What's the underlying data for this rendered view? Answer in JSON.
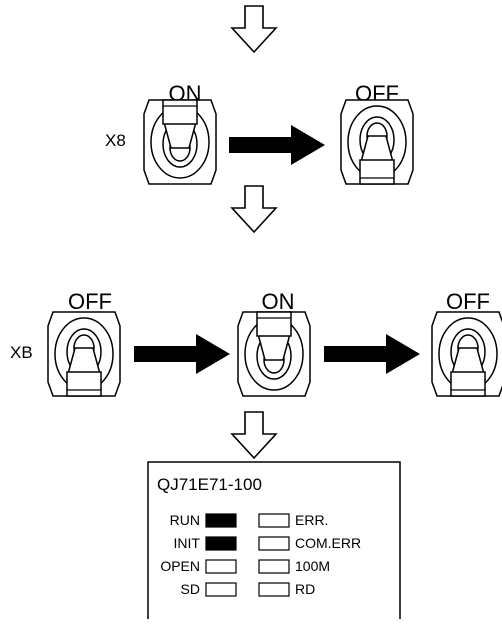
{
  "step1": {
    "switch_label": "X8",
    "before_state": "ON",
    "after_state": "OFF"
  },
  "step2": {
    "switch_label": "XB",
    "state_1": "OFF",
    "state_2": "ON",
    "state_3": "OFF"
  },
  "module": {
    "title": "QJ71E71-100",
    "left_leds": [
      {
        "label": "RUN",
        "lit": true
      },
      {
        "label": "INIT",
        "lit": true
      },
      {
        "label": "OPEN",
        "lit": false
      },
      {
        "label": "SD",
        "lit": false
      }
    ],
    "right_leds": [
      {
        "label": "ERR.",
        "lit": false
      },
      {
        "label": "COM.ERR",
        "lit": false
      },
      {
        "label": "100M",
        "lit": false
      },
      {
        "label": "RD",
        "lit": false
      }
    ]
  }
}
